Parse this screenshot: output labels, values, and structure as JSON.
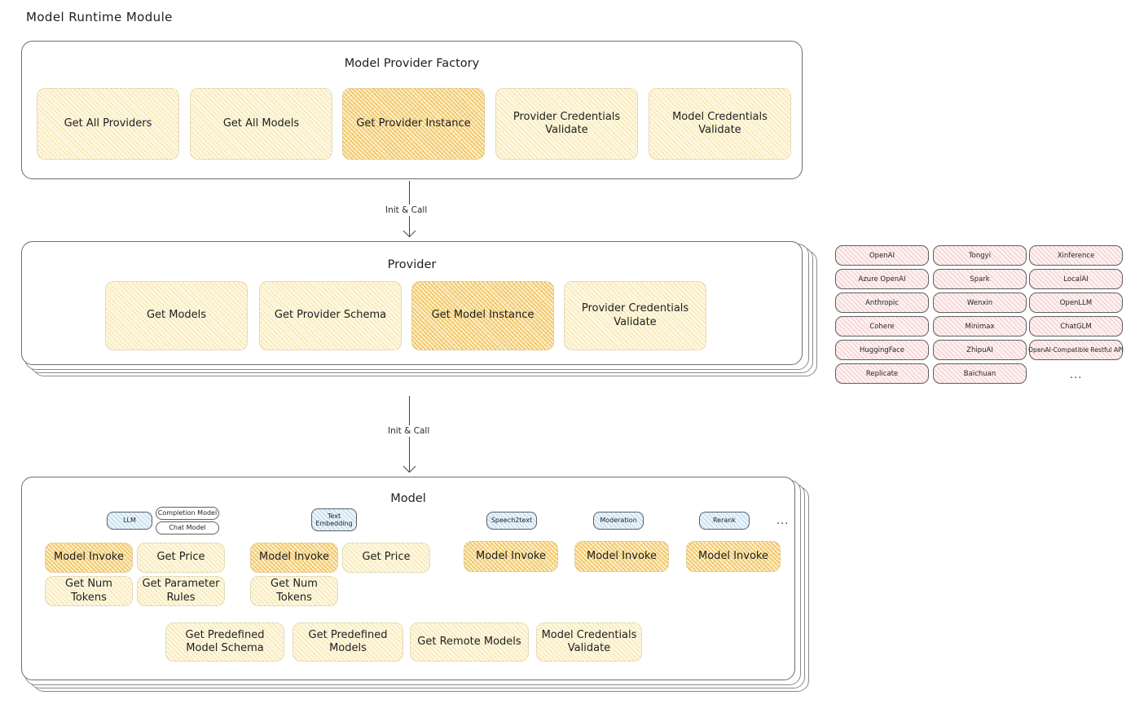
{
  "diagram": {
    "title": "Model Runtime Module",
    "style": "hand-drawn-sketch",
    "colors": {
      "accent_yellow_light": "#fdf8e3",
      "accent_yellow_strong": "#fcf0cd",
      "accent_pink": "#fdf1f1",
      "accent_blue": "#eaf4fb",
      "stroke": "#6d6d6d",
      "text": "#1e1e1e"
    }
  },
  "factory": {
    "title": "Model Provider Factory",
    "methods": [
      {
        "label": "Get All Providers",
        "highlighted": false
      },
      {
        "label": "Get All Models",
        "highlighted": false
      },
      {
        "label": "Get Provider Instance",
        "highlighted": true
      },
      {
        "label": "Provider Credentials Validate",
        "highlighted": false
      },
      {
        "label": "Model Credentials Validate",
        "highlighted": false
      }
    ]
  },
  "arrows": [
    {
      "label": "Init & Call",
      "from": "Model Provider Factory",
      "to": "Provider"
    },
    {
      "label": "Init & Call",
      "from": "Provider",
      "to": "Model"
    }
  ],
  "provider": {
    "title": "Provider",
    "stack_layers": 3,
    "methods": [
      {
        "label": "Get Models",
        "highlighted": false
      },
      {
        "label": "Get Provider Schema",
        "highlighted": false
      },
      {
        "label": "Get Model Instance",
        "highlighted": true
      },
      {
        "label": "Provider Credentials Validate",
        "highlighted": false
      }
    ]
  },
  "provider_list": {
    "columns": [
      [
        "OpenAI",
        "Azure OpenAI",
        "Anthropic",
        "Cohere",
        "HuggingFace",
        "Replicate"
      ],
      [
        "Tongyi",
        "Spark",
        "Wenxin",
        "Minimax",
        "ZhipuAI",
        "Baichuan"
      ],
      [
        "Xinference",
        "LocalAI",
        "OpenLLM",
        "ChatGLM",
        "OpenAI-Compatible Restful API"
      ]
    ],
    "more_indicator": "..."
  },
  "model": {
    "title": "Model",
    "stack_layers": 3,
    "more_indicator": "...",
    "groups": [
      {
        "type": "LLM",
        "subtypes": [
          "Completion Model",
          "Chat Model"
        ],
        "methods": [
          {
            "label": "Model Invoke",
            "highlighted": true
          },
          {
            "label": "Get Price",
            "highlighted": false
          },
          {
            "label": "Get Num Tokens",
            "highlighted": false
          },
          {
            "label": "Get Parameter Rules",
            "highlighted": false
          }
        ]
      },
      {
        "type": "Text Embedding",
        "subtypes": [],
        "methods": [
          {
            "label": "Model Invoke",
            "highlighted": true
          },
          {
            "label": "Get Price",
            "highlighted": false
          },
          {
            "label": "Get Num Tokens",
            "highlighted": false
          }
        ]
      },
      {
        "type": "Speech2text",
        "subtypes": [],
        "methods": [
          {
            "label": "Model Invoke",
            "highlighted": true
          }
        ]
      },
      {
        "type": "Moderation",
        "subtypes": [],
        "methods": [
          {
            "label": "Model Invoke",
            "highlighted": true
          }
        ]
      },
      {
        "type": "Rerank",
        "subtypes": [],
        "methods": [
          {
            "label": "Model Invoke",
            "highlighted": true
          }
        ]
      }
    ],
    "common_methods": [
      "Get Predefined Model Schema",
      "Get Predefined Models",
      "Get Remote Models",
      "Model Credentials Validate"
    ]
  }
}
